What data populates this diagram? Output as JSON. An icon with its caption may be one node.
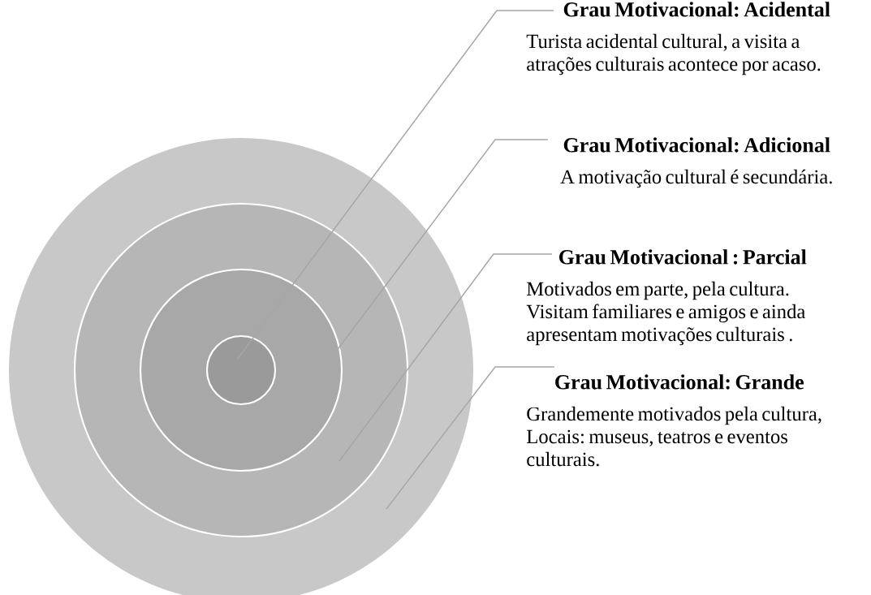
{
  "diagram": {
    "nodes": [
      {
        "text": [],
        "shape": "circle"
      },
      {
        "text": [],
        "shape": "circle",
        "in": 0
      },
      {
        "text": [],
        "shape": "circle",
        "in": 1
      },
      {
        "text": [],
        "shape": "circle",
        "in": 2
      },
      {
        "text": [
          "Grau Motivacional: Acidental",
          "Turista acidental cultural, a visita a atrações culturais acontece por acaso."
        ]
      },
      {
        "text": [
          "Grau Motivacional: Adicional",
          "A motivação cultural é secundária."
        ]
      },
      {
        "text": [
          "Grau Motivacional : Parcial",
          "Motivados em parte, pela cultura. Visitam familiares e amigos e ainda apresentam motivações culturais ."
        ]
      },
      {
        "text": [
          "Grau Motivacional: Grande",
          "Grandemente motivados pela cultura, Locais: museus, teatros e eventos culturais."
        ]
      }
    ],
    "edges": [
      {
        "from": 4,
        "to": 3,
        "arrow": "none"
      },
      {
        "from": 5,
        "to": 2,
        "arrow": "none"
      },
      {
        "from": 6,
        "to": 1,
        "arrow": "none"
      },
      {
        "from": 7,
        "to": 0,
        "arrow": "none"
      }
    ]
  }
}
